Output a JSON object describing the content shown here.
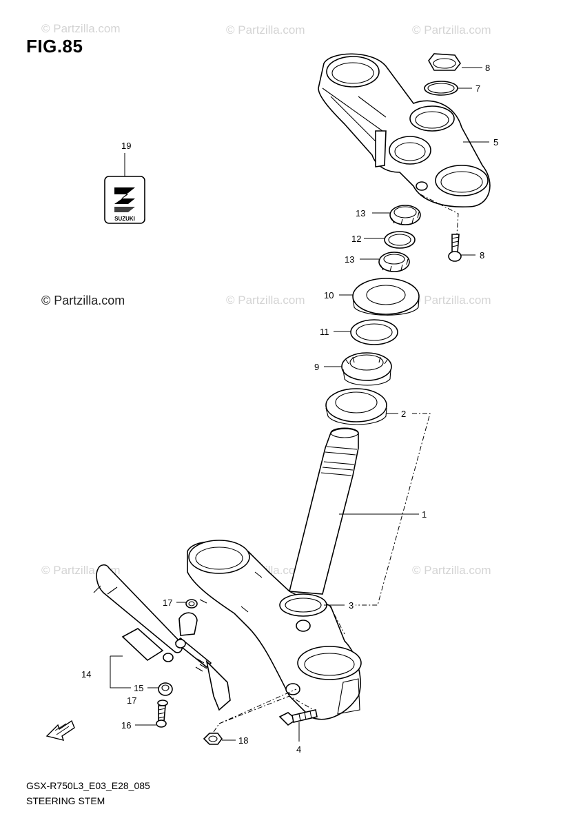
{
  "figure": {
    "title": "FIG.85",
    "code": "GSX-R750L3_E03_E28_085",
    "caption": "STEERING STEM"
  },
  "watermark": {
    "text": "© Partzilla.com"
  },
  "decal": {
    "brand": "SUZUKI"
  },
  "callouts": {
    "c1": "1",
    "c2": "2",
    "c3": "3",
    "c4": "4",
    "c5": "5",
    "c7": "7",
    "c8a": "8",
    "c8b": "8",
    "c9": "9",
    "c10": "10",
    "c11": "11",
    "c12": "12",
    "c13a": "13",
    "c13b": "13",
    "c14": "14",
    "c15": "15",
    "c16": "16",
    "c17a": "17",
    "c17b": "17",
    "c18": "18",
    "c19": "19"
  },
  "colors": {
    "line": "#000000",
    "watermark": "#d4d4d4"
  }
}
